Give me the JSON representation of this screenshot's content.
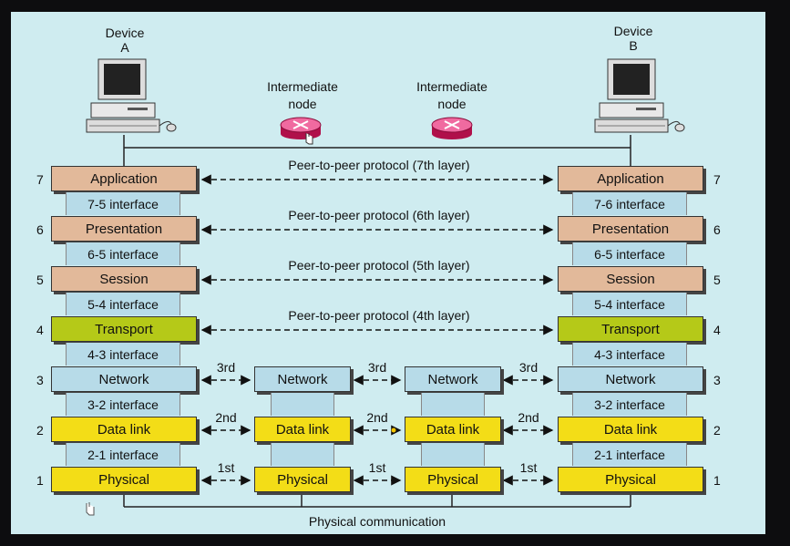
{
  "devices": {
    "a": {
      "line1": "Device",
      "line2": "A"
    },
    "b": {
      "line1": "Device",
      "line2": "B"
    }
  },
  "intermediate_nodes": [
    {
      "line1": "Intermediate",
      "line2": "node"
    },
    {
      "line1": "Intermediate",
      "line2": "node"
    }
  ],
  "layers": [
    {
      "num": "7",
      "left": "Application",
      "right": "Application"
    },
    {
      "num": "6",
      "left": "Presentation",
      "right": "Presentation"
    },
    {
      "num": "5",
      "left": "Session",
      "right": "Session"
    },
    {
      "num": "4",
      "left": "Transport",
      "right": "Transport"
    },
    {
      "num": "3",
      "left": "Network",
      "right": "Network"
    },
    {
      "num": "2",
      "left": "Data link",
      "right": "Data link"
    },
    {
      "num": "1",
      "left": "Physical",
      "right": "Physical"
    }
  ],
  "interfaces": {
    "left": [
      "7-5 interface",
      "6-5 interface",
      "5-4 interface",
      "4-3 interface",
      "3-2 interface",
      "2-1 interface"
    ],
    "right": [
      "7-6 interface",
      "6-5 interface",
      "5-4 interface",
      "4-3 interface",
      "3-2 interface",
      "2-1 interface"
    ]
  },
  "peer_protocols": [
    "Peer-to-peer protocol (7th layer)",
    "Peer-to-peer protocol (6th layer)",
    "Peer-to-peer protocol (5th layer)",
    "Peer-to-peer protocol (4th layer)"
  ],
  "middle_nodes": {
    "network": "Network",
    "datalink": "Data link",
    "physical": "Physical"
  },
  "hop_labels": {
    "l3": "3rd",
    "l2": "2nd",
    "l1": "1st"
  },
  "physical_communication": "Physical communication",
  "colors": {
    "background": "#cfecf0",
    "upper_layers": "#e2b99a",
    "transport": "#b5c918",
    "network": "#b7dbe8",
    "datalink_physical": "#f3dd17"
  }
}
